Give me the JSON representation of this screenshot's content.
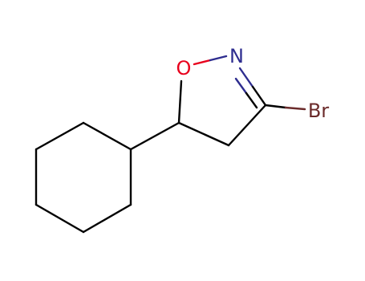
{
  "molecule": {
    "atoms": {
      "oxygen": {
        "label": "O",
        "color": "#e8001c"
      },
      "nitrogen": {
        "label": "N",
        "color": "#2e2d8f"
      },
      "bromine": {
        "label": "Br",
        "color": "#6b2b2b"
      }
    },
    "bond_color": "#000000"
  }
}
